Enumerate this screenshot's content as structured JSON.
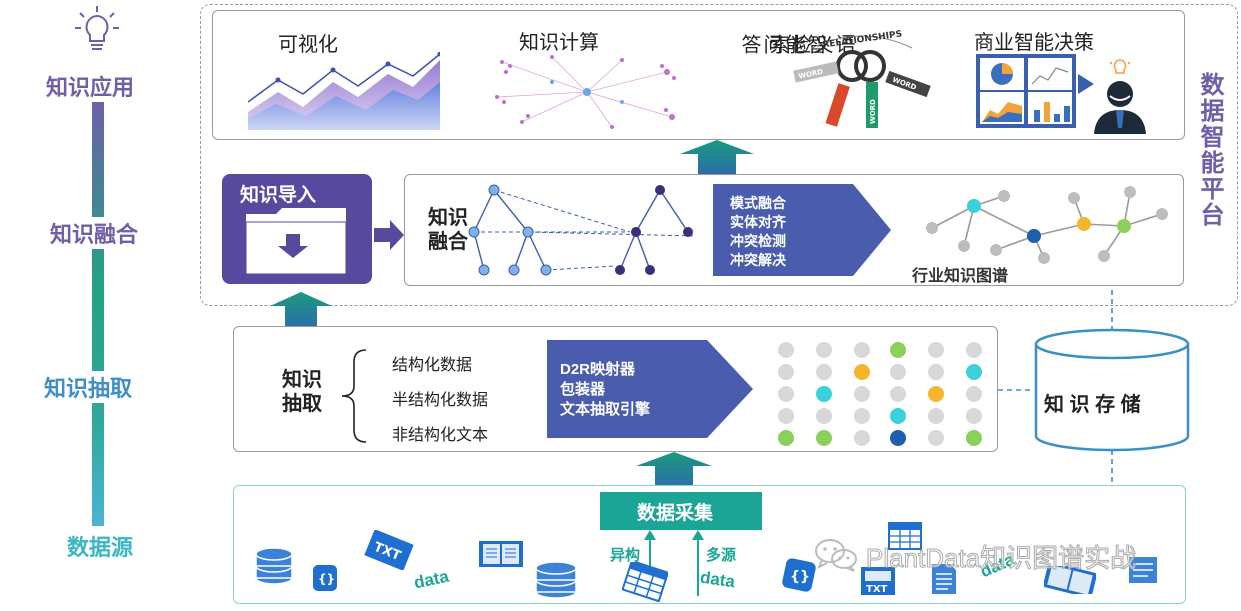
{
  "sidebar": {
    "bulb_icon": "lightbulb-icon",
    "levels": [
      {
        "label": "知识应用",
        "color": "#6f5fa8"
      },
      {
        "label": "知识融合",
        "color": "#6f5fa8"
      },
      {
        "label": "知识抽取",
        "color": "#3f8ec9"
      },
      {
        "label": "数据源",
        "color": "#3ab6c4"
      }
    ]
  },
  "platform_label": "数据智能平台",
  "application": {
    "items": [
      {
        "label": "可视化"
      },
      {
        "label": "知识计算"
      },
      {
        "label": "智能问答",
        "label2": "语义检索"
      },
      {
        "label": "商业智能决策"
      }
    ],
    "keys_text": "RELATIONSHIPS",
    "word_tag": "WORD"
  },
  "fusion": {
    "import_title": "知识导入",
    "title": "知识融合",
    "steps": [
      "模式融合",
      "实体对齐",
      "冲突检测",
      "冲突解决"
    ],
    "graph_label": "行业知识图谱"
  },
  "extraction": {
    "title": "知识抽取",
    "sources": [
      "结构化数据",
      "半结构化数据",
      "非结构化文本"
    ],
    "tools": [
      "D2R映射器",
      "包装器",
      "文本抽取引擎"
    ]
  },
  "storage": {
    "label": "知 识 存 储"
  },
  "datasource": {
    "collect": "数据采集",
    "hetero": "异构",
    "multi": "多源",
    "data_word": "data",
    "txt": "TXT",
    "watermark": "PlantData知识图谱实战"
  },
  "colors": {
    "purple": "#5b4ea6",
    "teal": "#1a9a7f",
    "blue_panel": "#4a5cae",
    "border": "#8a8a8a"
  }
}
